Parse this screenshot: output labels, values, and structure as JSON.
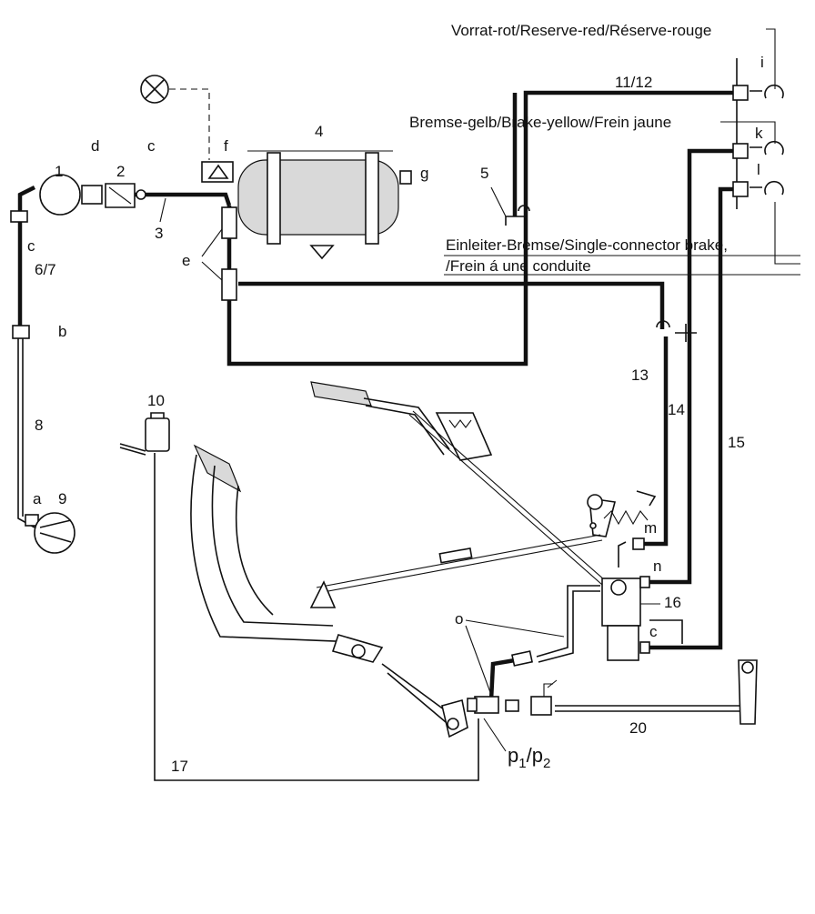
{
  "captions": {
    "reserve": "Vorrat-rot/Reserve-red/Réserve-rouge",
    "brake": "Bremse-gelb/Brake-yellow/Frein jaune",
    "single_line1": "Einleiter-Bremse/Single-connector brake,",
    "single_line2": "/Frein á une conduite"
  },
  "labels": {
    "n1": "1",
    "n2": "2",
    "n3": "3",
    "n4": "4",
    "n5": "5",
    "n67": "6/7",
    "n8": "8",
    "n9": "9",
    "n10": "10",
    "n1112": "11/12",
    "n13": "13",
    "n14": "14",
    "n15": "15",
    "n16": "16",
    "n17": "17",
    "n20": "20",
    "a": "a",
    "b": "b",
    "c": "c",
    "d": "d",
    "e": "e",
    "f": "f",
    "g": "g",
    "i": "i",
    "k": "k",
    "l": "l",
    "m": "m",
    "n": "n",
    "o": "o",
    "p": "p",
    "p_sub1": "1",
    "p_sub2": "2",
    "p_slash": "/"
  },
  "colors": {
    "line": "#111111",
    "background": "#ffffff"
  }
}
